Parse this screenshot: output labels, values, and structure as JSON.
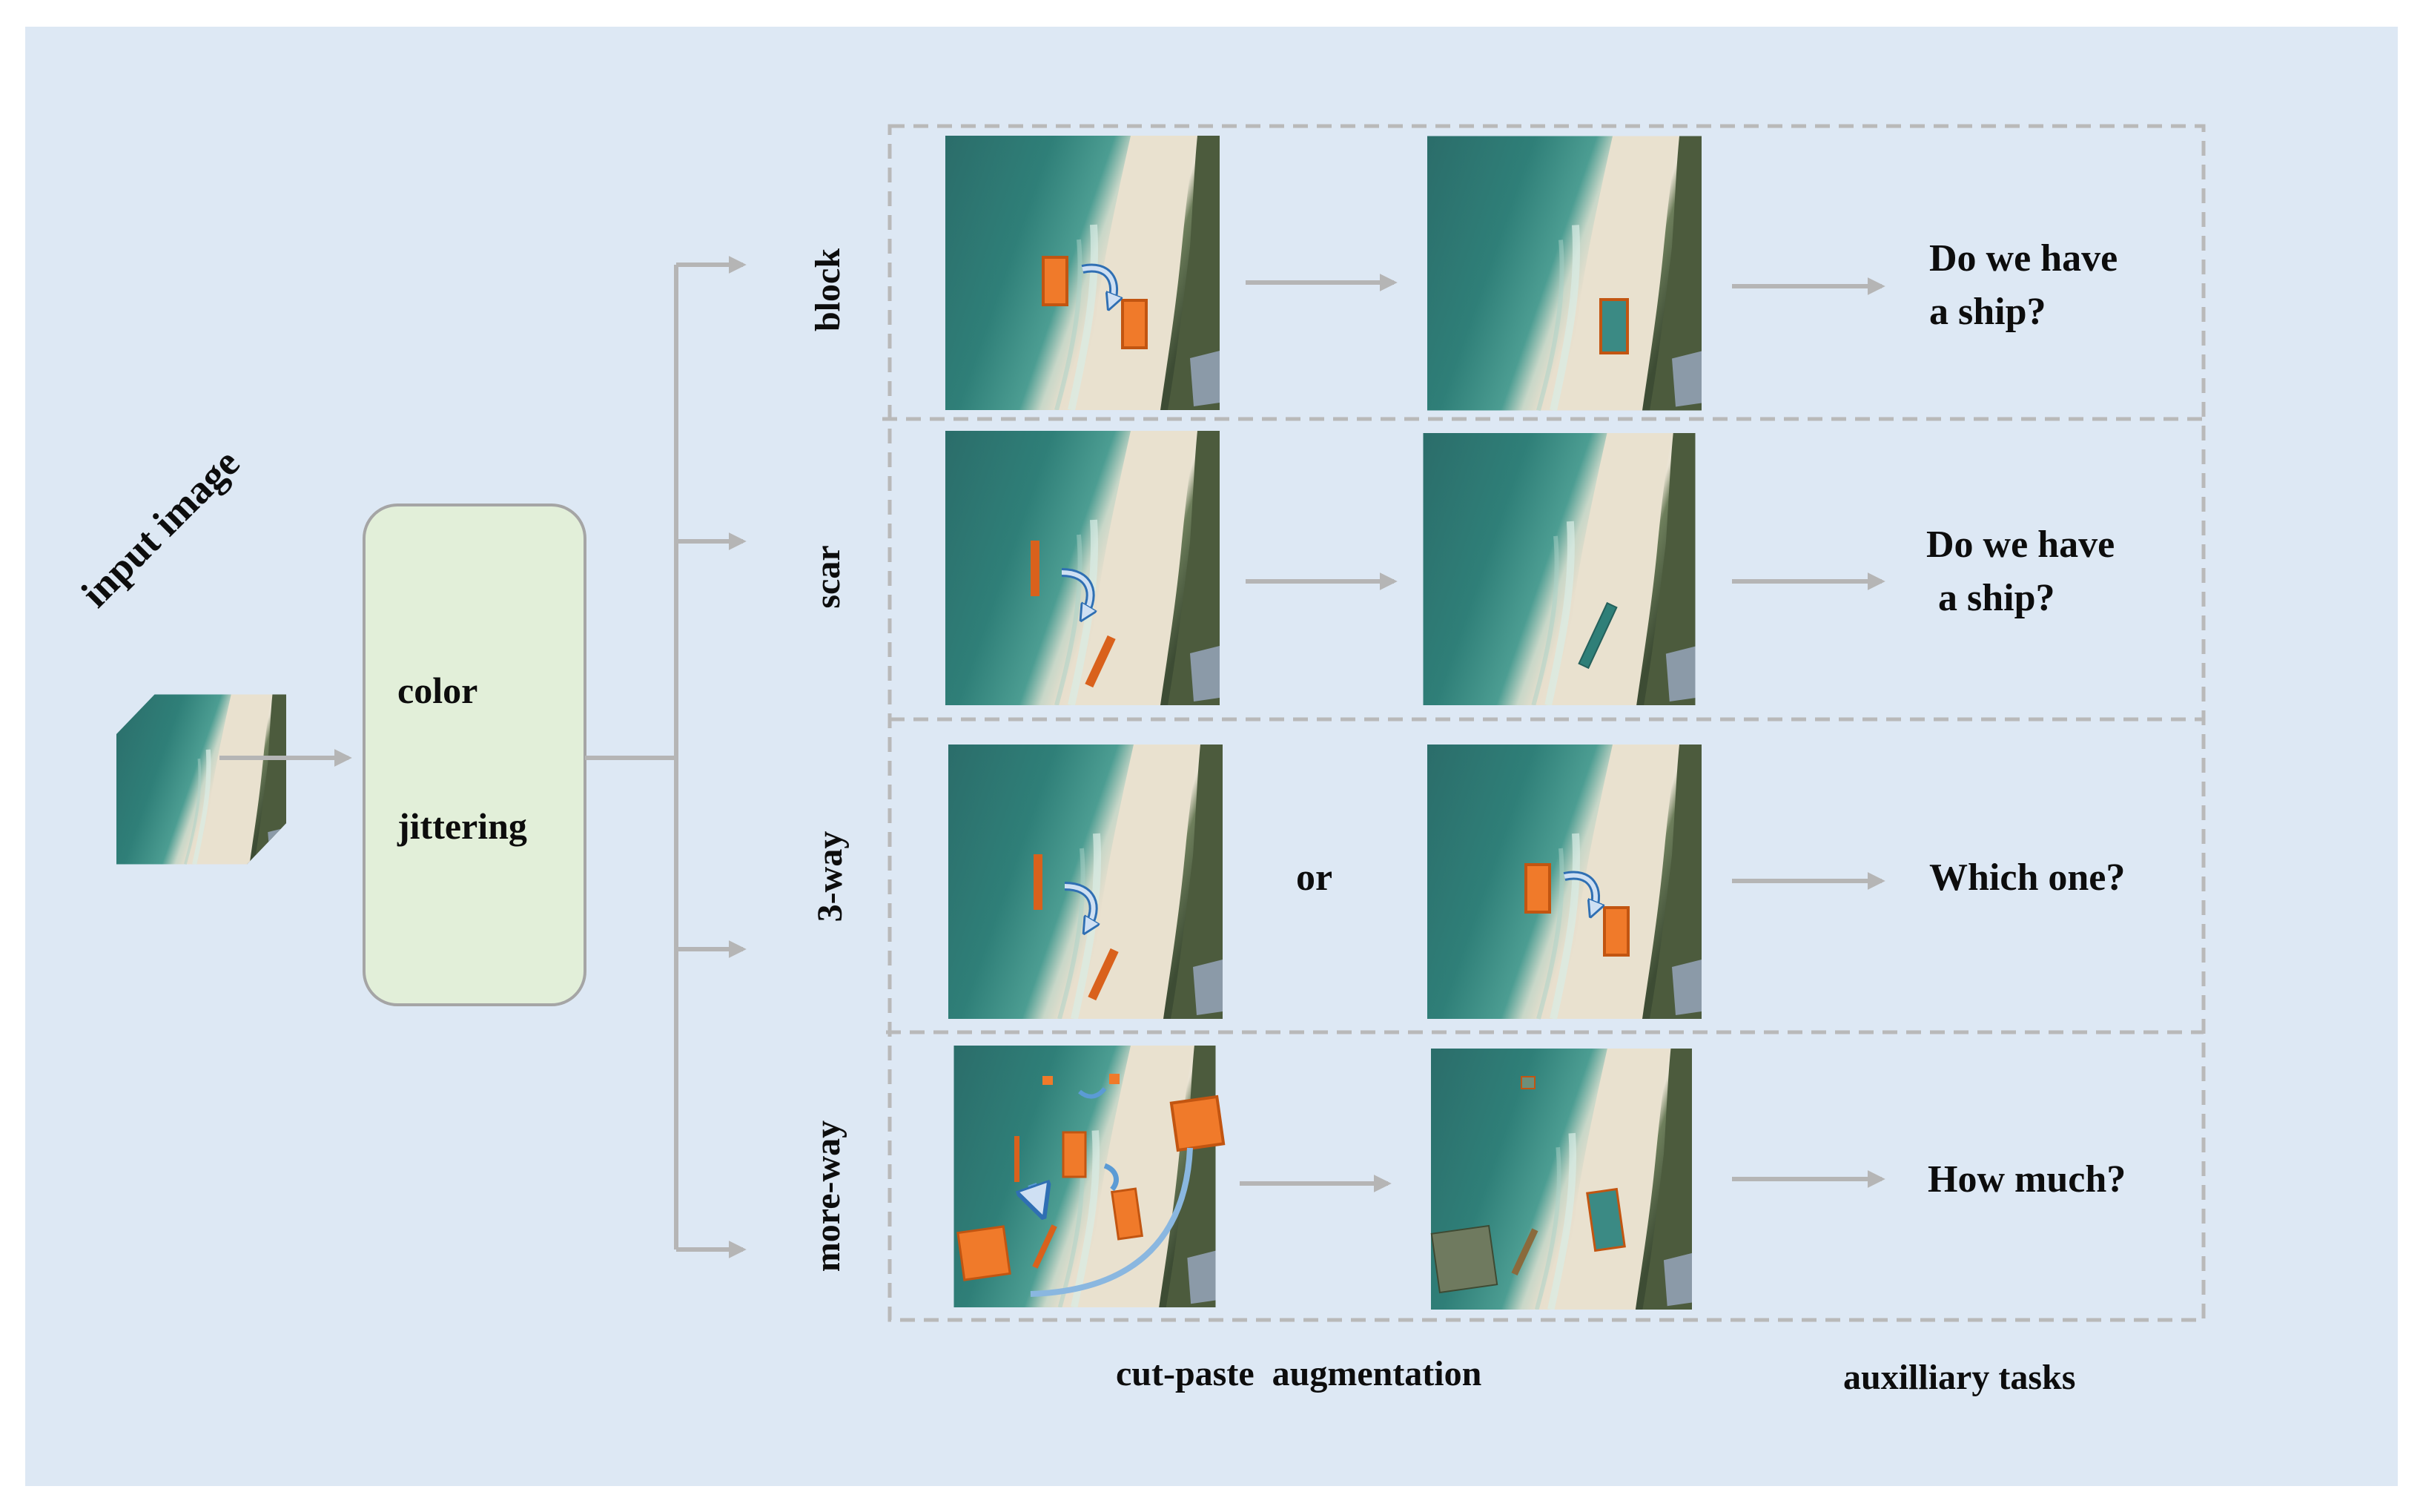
{
  "input_label": "input image",
  "jitter_box": {
    "line1": "color",
    "line2": "jittering"
  },
  "rows": [
    {
      "name": "block",
      "question_line1": "Do we have",
      "question_line2": "a ship?"
    },
    {
      "name": "scar",
      "question_line1": "Do we have",
      "question_line2": "a ship?"
    },
    {
      "name": "3-way",
      "middle_text": "or",
      "question_line1": "Which one?"
    },
    {
      "name": "more-way",
      "question_line1": "How much?"
    }
  ],
  "footer": {
    "augmentation": "cut-paste  augmentation",
    "tasks": "auxilliary tasks"
  },
  "colors": {
    "background": "#dde8f4",
    "jitter_box_fill": "#e2efd9",
    "patch": "#f07a2a",
    "arrow": "#b5b5b5",
    "curved_arrow": "#5b9bd5",
    "dashed_border": "#b9b9b9"
  }
}
